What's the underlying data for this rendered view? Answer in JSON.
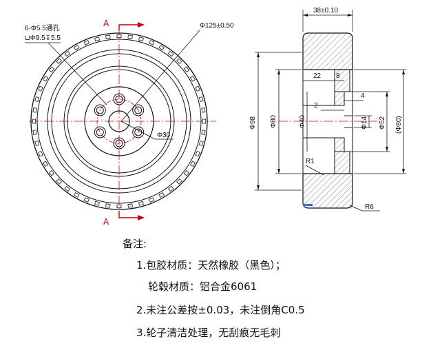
{
  "front_view": {
    "hole_spec_line1": "6-Φ5.5通孔",
    "hole_spec_line2": "⊔Φ9.5↧5.5",
    "pcd_label": "Φ125±0.50",
    "hub_label": "Φ30",
    "section_mark_top": "A",
    "section_mark_bottom": "A"
  },
  "section_view": {
    "width_label": "38±0.10",
    "dim_22": "22",
    "dim_8": "8",
    "dim_4": "4",
    "dim_2": "2",
    "dia_98": "Φ98",
    "dia_80": "Φ80",
    "dia_40": "Φ40",
    "dia_14": "Φ14",
    "dia_52": "Φ52",
    "dia_80_ref": "(Φ80)",
    "r1": "R1",
    "r6": "R6"
  },
  "notes": {
    "title": "备注:",
    "line1": "1.包胶材质：天然橡胶（黑色）；",
    "line1b": "轮毂材质：铝合金6061",
    "line2": "2.未注公差按±0.03，未注倒角C0.5",
    "line3": "3.轮子清洁处理，无刮痕无毛刺"
  },
  "colors": {
    "line": "#111111",
    "centerline": "#d00000",
    "section": "#c00000",
    "hatch": "#555555"
  }
}
